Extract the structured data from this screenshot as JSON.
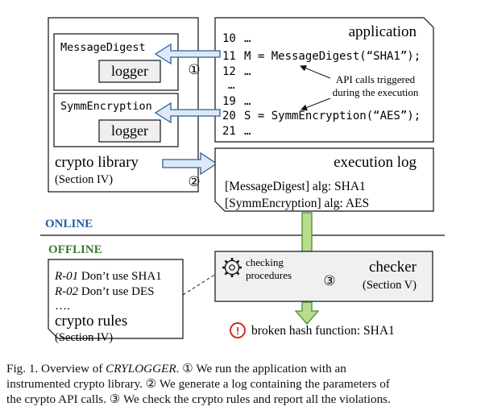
{
  "library": {
    "modules": [
      {
        "name": "MessageDigest",
        "logger": "logger"
      },
      {
        "name": "SymmEncryption",
        "logger": "logger"
      }
    ],
    "title": "crypto library",
    "section": "(Section IV)"
  },
  "application": {
    "title": "application",
    "code_lines": [
      {
        "num": "10",
        "code": "…"
      },
      {
        "num": "11",
        "code": "M = MessageDigest(“SHA1”);"
      },
      {
        "num": "12",
        "code": "…"
      },
      {
        "num": "…",
        "code": ""
      },
      {
        "num": "19",
        "code": "…"
      },
      {
        "num": "20",
        "code": "S = SymmEncryption(“AES”);"
      },
      {
        "num": "21",
        "code": "…"
      }
    ],
    "annotation": [
      "API calls triggered",
      "during the execution"
    ]
  },
  "execution_log": {
    "title": "execution log",
    "entries": [
      "[MessageDigest] alg: SHA1",
      "[SymmEncryption] alg: AES"
    ]
  },
  "phases": {
    "online": "ONLINE",
    "offline": "OFFLINE",
    "online_color": "#1f5fa8",
    "offline_color": "#3a7a2a"
  },
  "rules": {
    "items": [
      {
        "id": "R-01",
        "text": "Don’t use SHA1"
      },
      {
        "id": "R-02",
        "text": "Don’t use DES"
      }
    ],
    "ellipsis": "….",
    "title": "crypto rules",
    "section": "(Section IV)"
  },
  "checker": {
    "procedures": [
      "checking",
      "procedures"
    ],
    "title": "checker",
    "section": "(Section V)",
    "result": "broken hash function: SHA1",
    "alert_symbol": "!",
    "alert_color": "#d62b1f"
  },
  "steps": [
    "①",
    "②",
    "③"
  ],
  "colors": {
    "arrow_blue_fill": "#dde9f7",
    "arrow_blue_stroke": "#2f5f9a",
    "arrow_green_fill": "#b7dc8e",
    "arrow_green_stroke": "#4e8a32",
    "checker_fill": "#f0f0f0"
  },
  "caption": {
    "prefix": "Fig. 1.  Overview of ",
    "name": "CRYLOGGER",
    "line1_rest": ".  ①  We run the application with an",
    "line2": "instrumented crypto library.  ②  We generate a log containing the parameters of",
    "line3": "the crypto API calls.  ③  We check the crypto rules and report all the violations."
  }
}
